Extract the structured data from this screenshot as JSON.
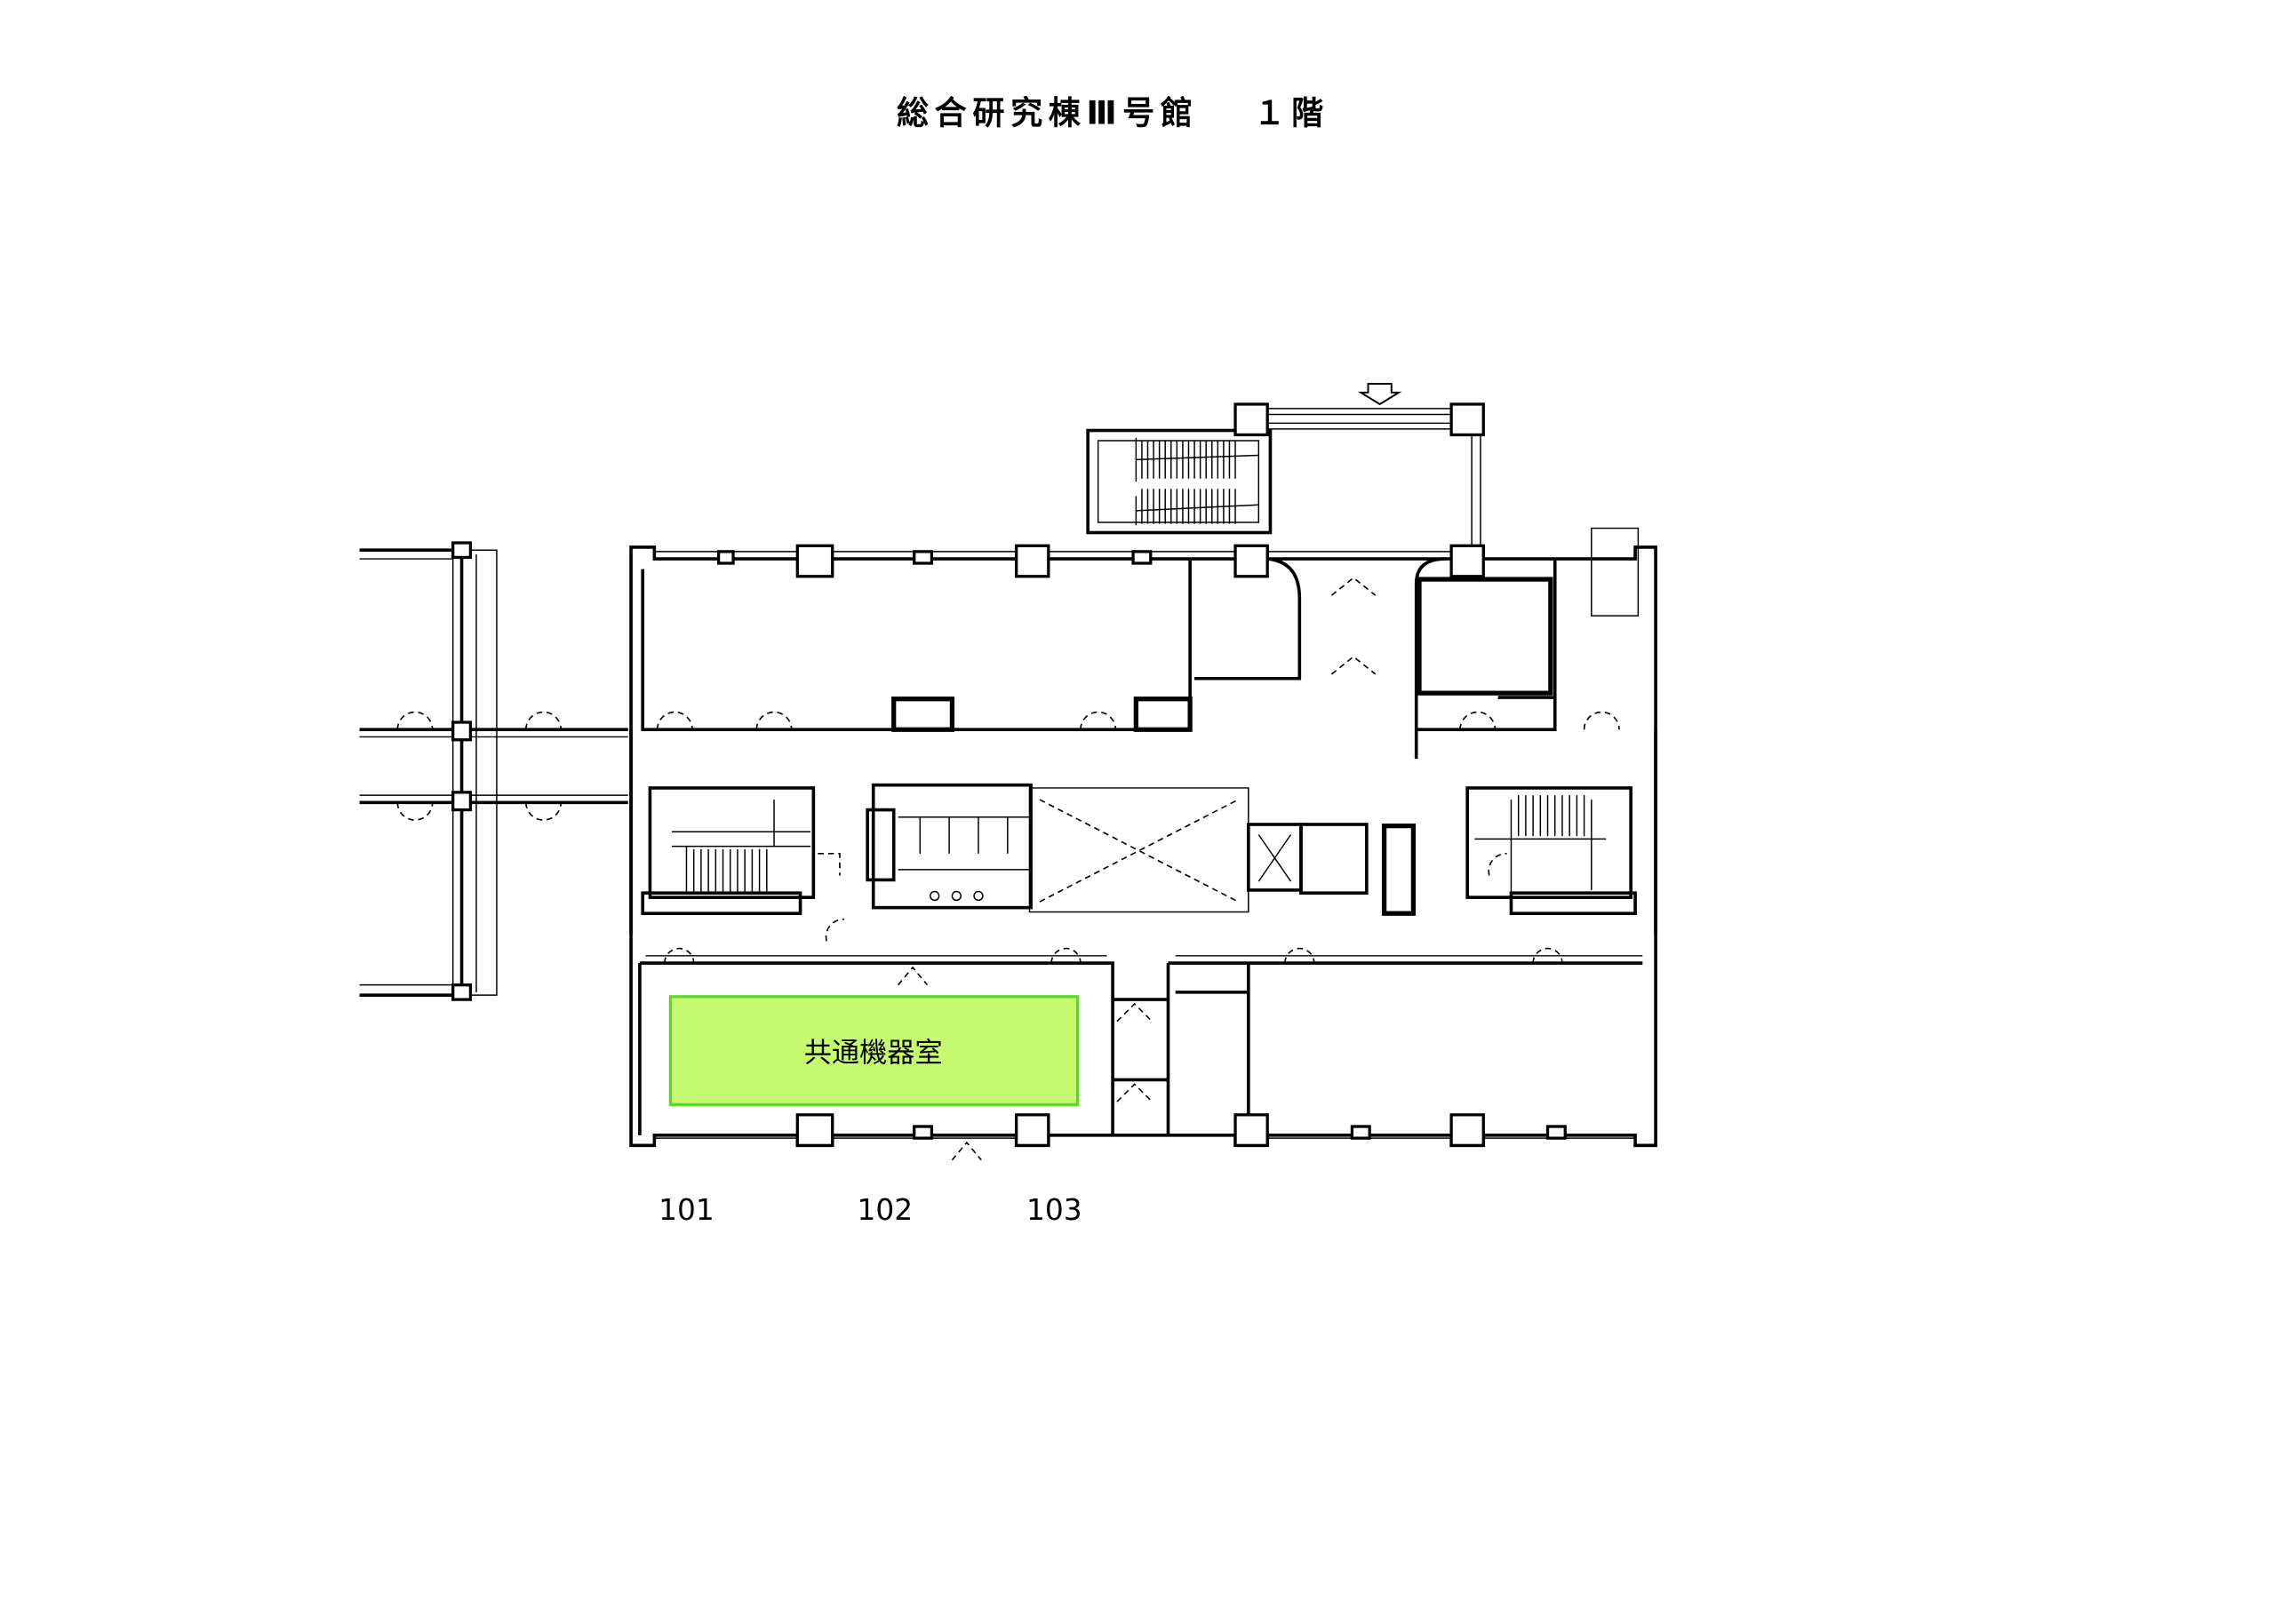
{
  "title": "総合研究棟Ⅲ号館　 １階",
  "highlighted_room": {
    "label": "共通機器室",
    "fill_color": "#c6fb6f",
    "border_color": "#5fd62a"
  },
  "room_numbers": [
    "101",
    "102",
    "103"
  ]
}
